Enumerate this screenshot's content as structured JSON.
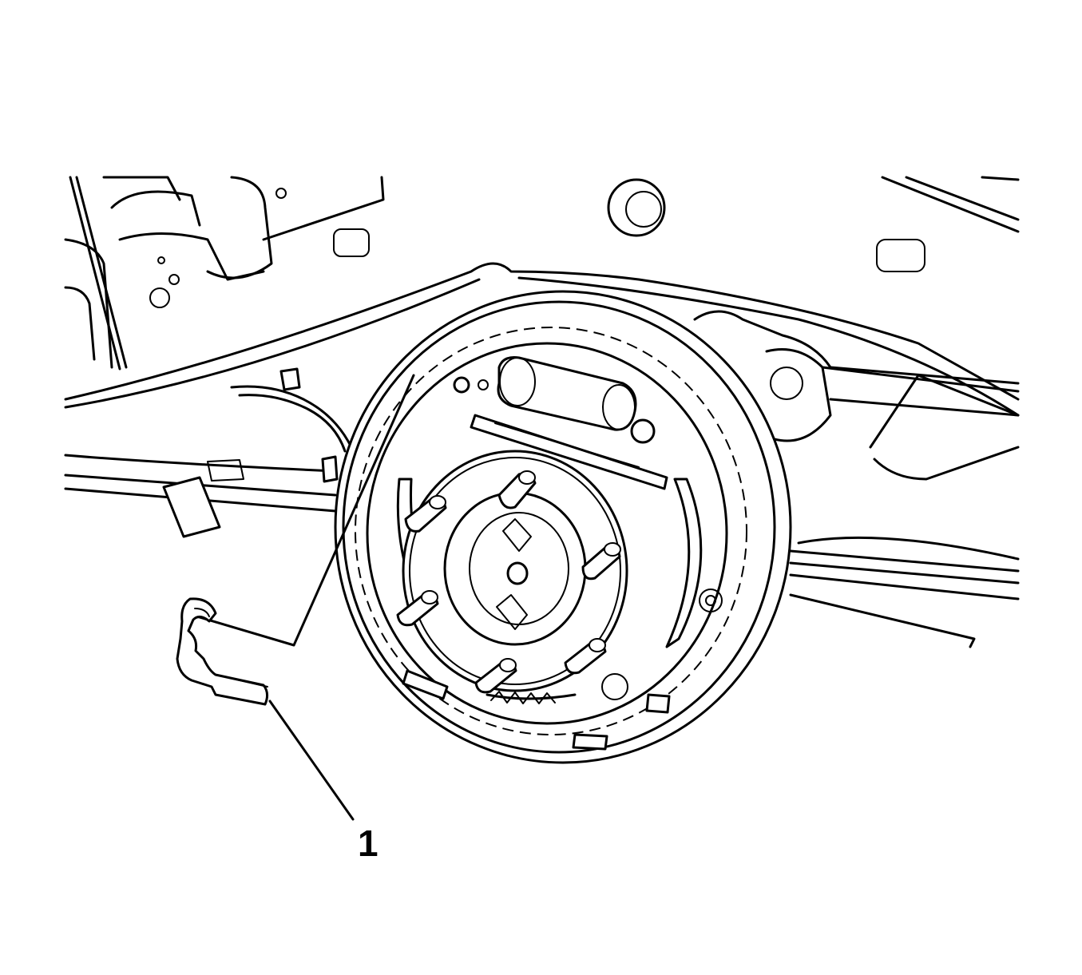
{
  "diagram": {
    "callouts": [
      {
        "id": "1",
        "label": "1",
        "part": "brake-shoe-retaining-clip"
      }
    ],
    "colors": {
      "line": "#000000",
      "background": "#ffffff"
    }
  }
}
